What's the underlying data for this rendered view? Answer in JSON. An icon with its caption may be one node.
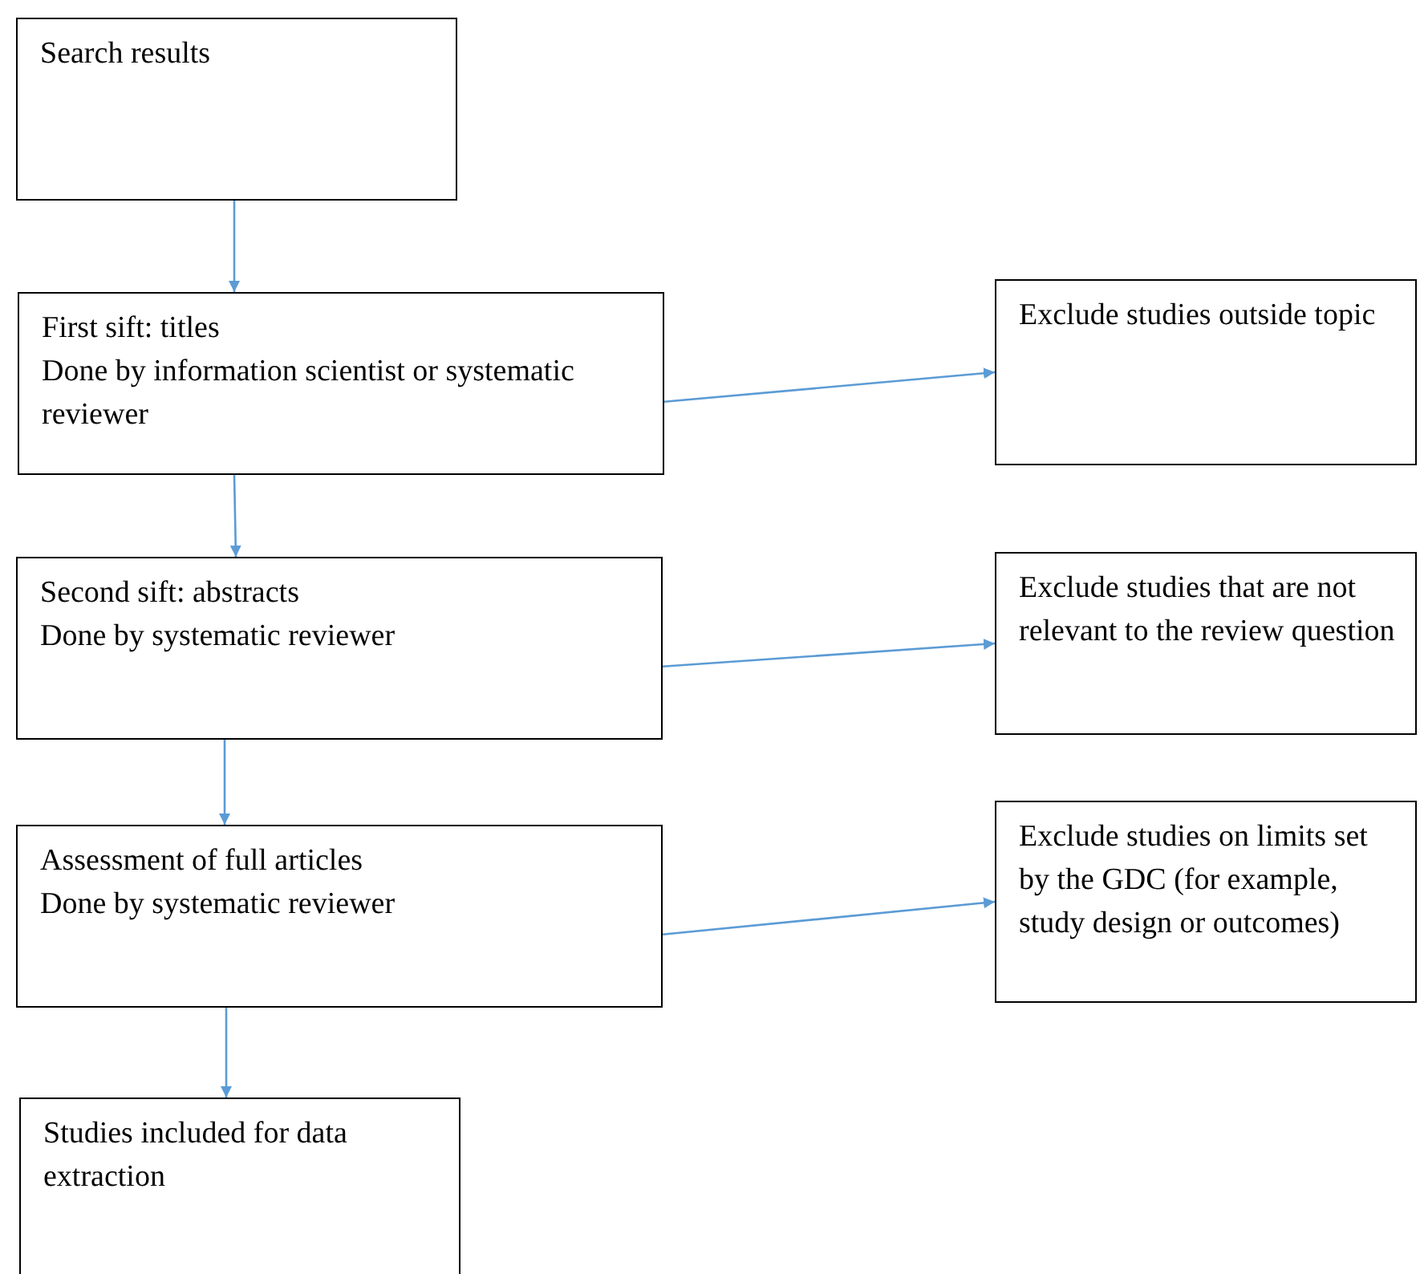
{
  "diagram": {
    "nodes": [
      {
        "text": [
          "Search results"
        ]
      },
      {
        "text": [
          "First sift: titles",
          "Done by information scientist or systematic reviewer"
        ]
      },
      {
        "text": [
          "Exclude studies outside topic"
        ]
      },
      {
        "text": [
          "Second sift: abstracts",
          "Done by systematic reviewer"
        ]
      },
      {
        "text": [
          "Exclude studies that are not relevant to the review question"
        ]
      },
      {
        "text": [
          "Assessment of full articles",
          "Done by systematic reviewer"
        ]
      },
      {
        "text": [
          "Exclude studies on limits set by the GDC (for example, study design or outcomes)"
        ]
      },
      {
        "text": [
          "Studies included for data extraction"
        ]
      }
    ],
    "edges": [
      {
        "from": 0,
        "to": 1,
        "arrow": "to"
      },
      {
        "from": 1,
        "to": 2,
        "arrow": "to"
      },
      {
        "from": 1,
        "to": 3,
        "arrow": "to"
      },
      {
        "from": 3,
        "to": 4,
        "arrow": "to"
      },
      {
        "from": 3,
        "to": 5,
        "arrow": "to"
      },
      {
        "from": 5,
        "to": 6,
        "arrow": "to"
      },
      {
        "from": 5,
        "to": 7,
        "arrow": "to"
      }
    ]
  }
}
